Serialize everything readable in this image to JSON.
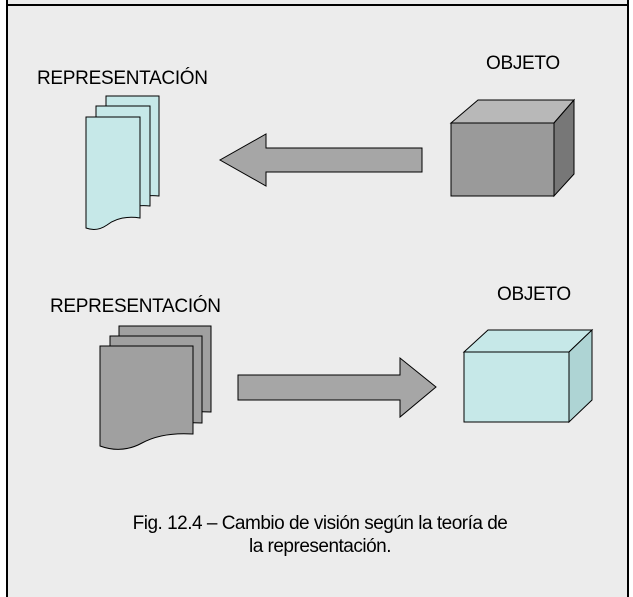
{
  "top": {
    "representation_label": "REPRESENTACIÓN",
    "object_label": "OBJETO",
    "document_color": "#c6e8e8",
    "cube_color": "#9a9a9a",
    "arrow_direction": "left"
  },
  "bottom": {
    "representation_label": "REPRESENTACIÓN",
    "object_label": "OBJETO",
    "document_color": "#a0a0a0",
    "cube_color": "#c6e8e8",
    "arrow_direction": "right"
  },
  "caption": {
    "line1": "Fig. 12.4 – Cambio de visión según la teoría de",
    "line2": "la representación."
  },
  "colors": {
    "background": "#ececec",
    "arrow": "#a6a6a6",
    "stroke": "#000000"
  }
}
